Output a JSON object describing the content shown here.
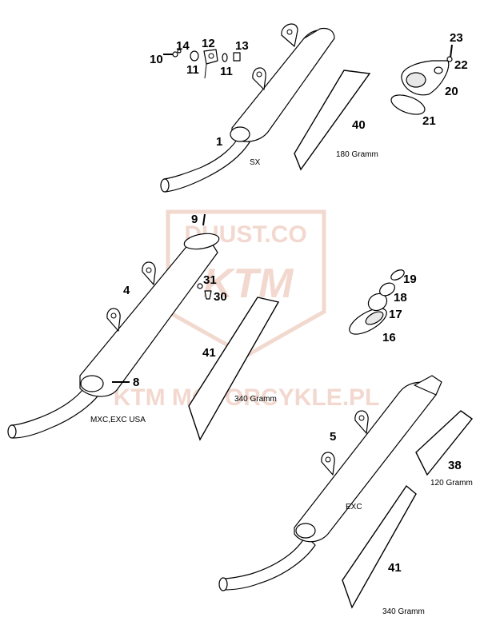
{
  "watermark": {
    "logo_lines": [
      "DUUST.CO",
      "KTM"
    ],
    "bottom_text": "KTM MOTORCYKLE.PL"
  },
  "part_numbers": {
    "p1": "1",
    "p4": "4",
    "p5": "5",
    "p8": "8",
    "p9": "9",
    "p10": "10",
    "p11a": "11",
    "p11b": "11",
    "p12": "12",
    "p13": "13",
    "p14": "14",
    "p16": "16",
    "p17": "17",
    "p18": "18",
    "p19": "19",
    "p20": "20",
    "p21": "21",
    "p22": "22",
    "p23": "23",
    "p30": "30",
    "p31": "31",
    "p38": "38",
    "p40": "40",
    "p41a": "41",
    "p41b": "41"
  },
  "labels": {
    "sx": "SX",
    "mxc": "MXC,EXC USA",
    "exc": "EXC",
    "w180": "180 Gramm",
    "w340a": "340 Gramm",
    "w120": "120 Gramm",
    "w340b": "340 Gramm"
  }
}
